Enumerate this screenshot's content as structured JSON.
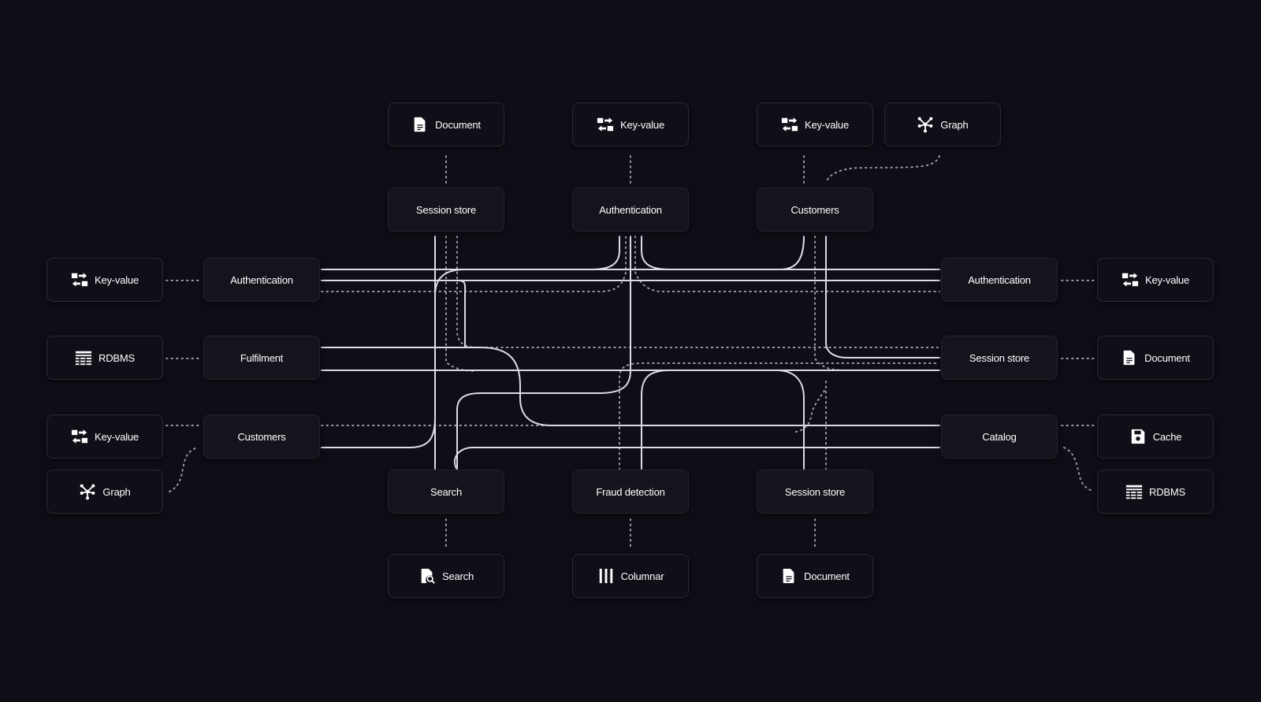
{
  "colors": {
    "background": "#0e0e16",
    "node": "#14141c",
    "line": "#d9d9e6"
  },
  "nodes": {
    "db_top_document": {
      "label": "Document",
      "icon": "document-icon"
    },
    "db_top_keyvalue_1": {
      "label": "Key-value",
      "icon": "key-value-icon"
    },
    "db_top_keyvalue_2": {
      "label": "Key-value",
      "icon": "key-value-icon"
    },
    "db_top_graph": {
      "label": "Graph",
      "icon": "graph-icon"
    },
    "svc_top_session_store": {
      "label": "Session store"
    },
    "svc_top_authentication": {
      "label": "Authentication"
    },
    "svc_top_customers": {
      "label": "Customers"
    },
    "db_left_keyvalue_1": {
      "label": "Key-value",
      "icon": "key-value-icon"
    },
    "db_left_rdbms": {
      "label": "RDBMS",
      "icon": "rdbms-icon"
    },
    "db_left_keyvalue_2": {
      "label": "Key-value",
      "icon": "key-value-icon"
    },
    "db_left_graph": {
      "label": "Graph",
      "icon": "graph-icon"
    },
    "svc_left_authentication": {
      "label": "Authentication"
    },
    "svc_left_fulfilment": {
      "label": "Fulfilment"
    },
    "svc_left_customers": {
      "label": "Customers"
    },
    "svc_right_authentication": {
      "label": "Authentication"
    },
    "svc_right_session_store": {
      "label": "Session store"
    },
    "svc_right_catalog": {
      "label": "Catalog"
    },
    "db_right_keyvalue": {
      "label": "Key-value",
      "icon": "key-value-icon"
    },
    "db_right_document": {
      "label": "Document",
      "icon": "document-icon"
    },
    "db_right_cache": {
      "label": "Cache",
      "icon": "cache-icon"
    },
    "db_right_rdbms": {
      "label": "RDBMS",
      "icon": "rdbms-icon"
    },
    "svc_bottom_search": {
      "label": "Search"
    },
    "svc_bottom_fraud_detection": {
      "label": "Fraud detection"
    },
    "svc_bottom_session_store": {
      "label": "Session store"
    },
    "db_bottom_search": {
      "label": "Search",
      "icon": "search-db-icon"
    },
    "db_bottom_columnar": {
      "label": "Columnar",
      "icon": "columnar-icon"
    },
    "db_bottom_document": {
      "label": "Document",
      "icon": "document-icon"
    }
  }
}
